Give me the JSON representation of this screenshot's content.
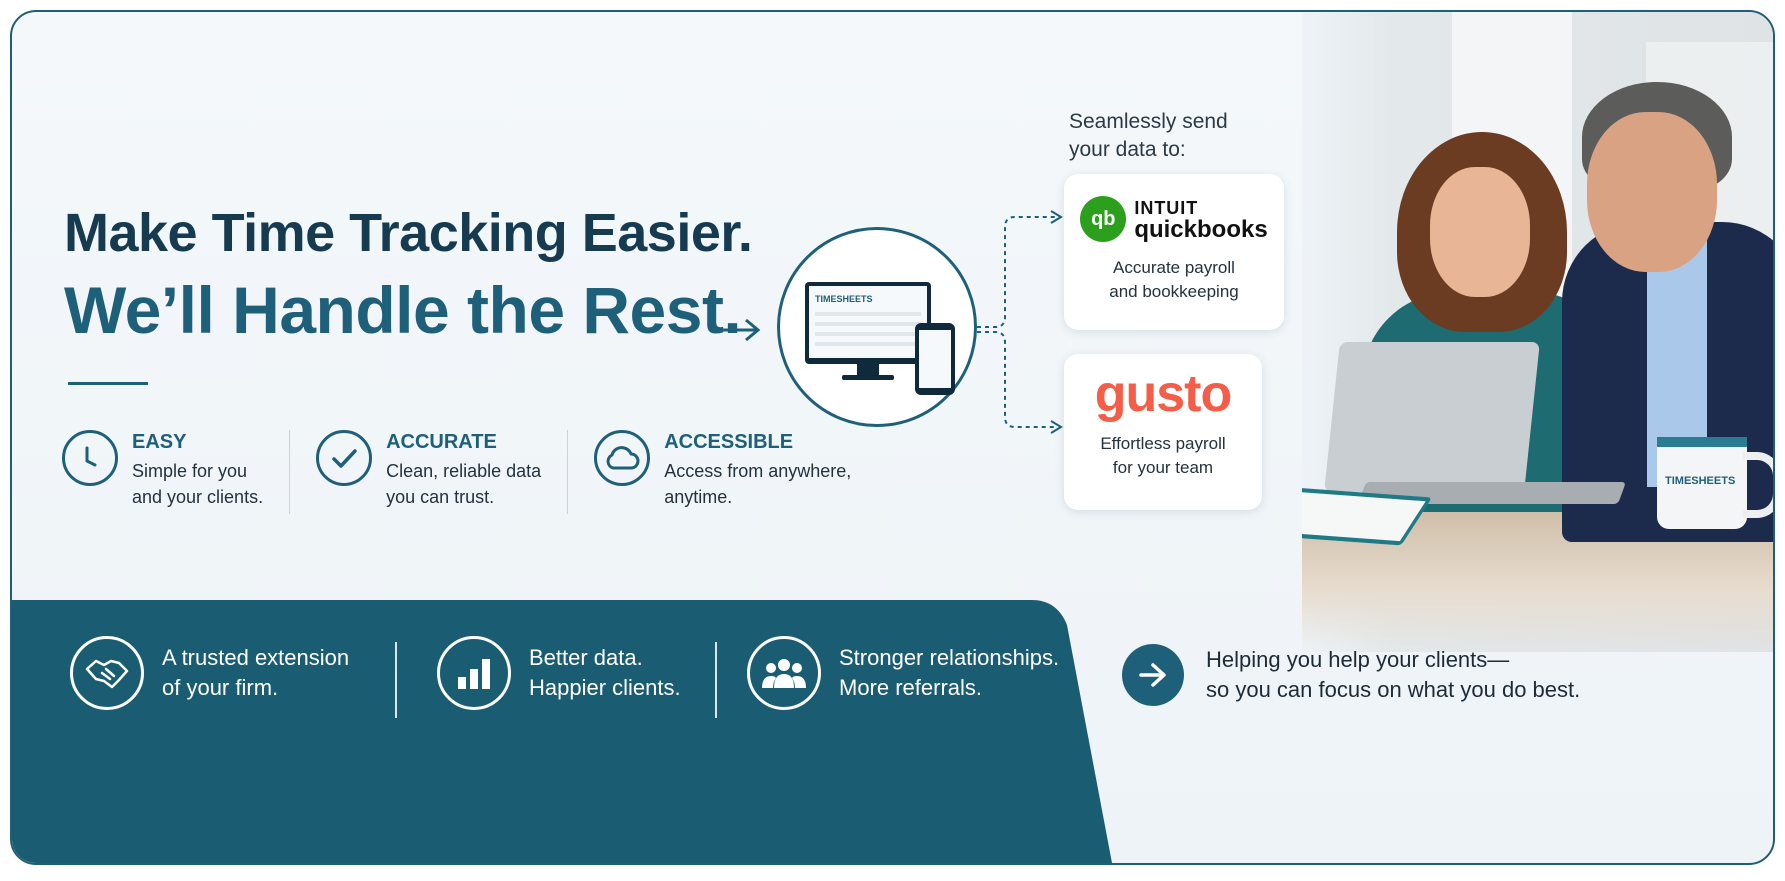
{
  "headline": {
    "line1": "Make Time Tracking Easier.",
    "line2": "We’ll Handle the Rest."
  },
  "features": [
    {
      "title": "EASY",
      "desc": "Simple for you\nand your clients.",
      "icon": "clock-icon"
    },
    {
      "title": "ACCURATE",
      "desc": "Clean, reliable data\nyou can trust.",
      "icon": "checkmark-icon"
    },
    {
      "title": "ACCESSIBLE",
      "desc": "Access from anywhere,\nanytime.",
      "icon": "cloud-icon"
    }
  ],
  "device": {
    "logo_text": "TIMESHEETS"
  },
  "integrations": {
    "label": "Seamlessly send\nyour data to:",
    "quickbooks": {
      "mark": "qb",
      "brand_top": "INTUIT",
      "brand": "quickbooks",
      "desc": "Accurate payroll\nand bookkeeping"
    },
    "gusto": {
      "brand": "gusto",
      "desc": "Effortless payroll\nfor your team"
    }
  },
  "photo": {
    "mug_text": "TIMESHEETS"
  },
  "band": {
    "items": [
      {
        "text": "A trusted extension\nof your firm.",
        "icon": "handshake-icon"
      },
      {
        "text": "Better data.\nHappier clients.",
        "icon": "bar-chart-icon"
      },
      {
        "text": "Stronger relationships.\nMore referrals.",
        "icon": "people-icon"
      }
    ]
  },
  "tagline": {
    "text": "Helping you help your clients—\nso you can focus on what you do best.",
    "icon": "arrow-right-icon"
  },
  "colors": {
    "primary": "#1e607a",
    "dark": "#163a4f",
    "band": "#1a5d73",
    "qb_green": "#2ca01c",
    "gusto_coral": "#f45d48"
  }
}
